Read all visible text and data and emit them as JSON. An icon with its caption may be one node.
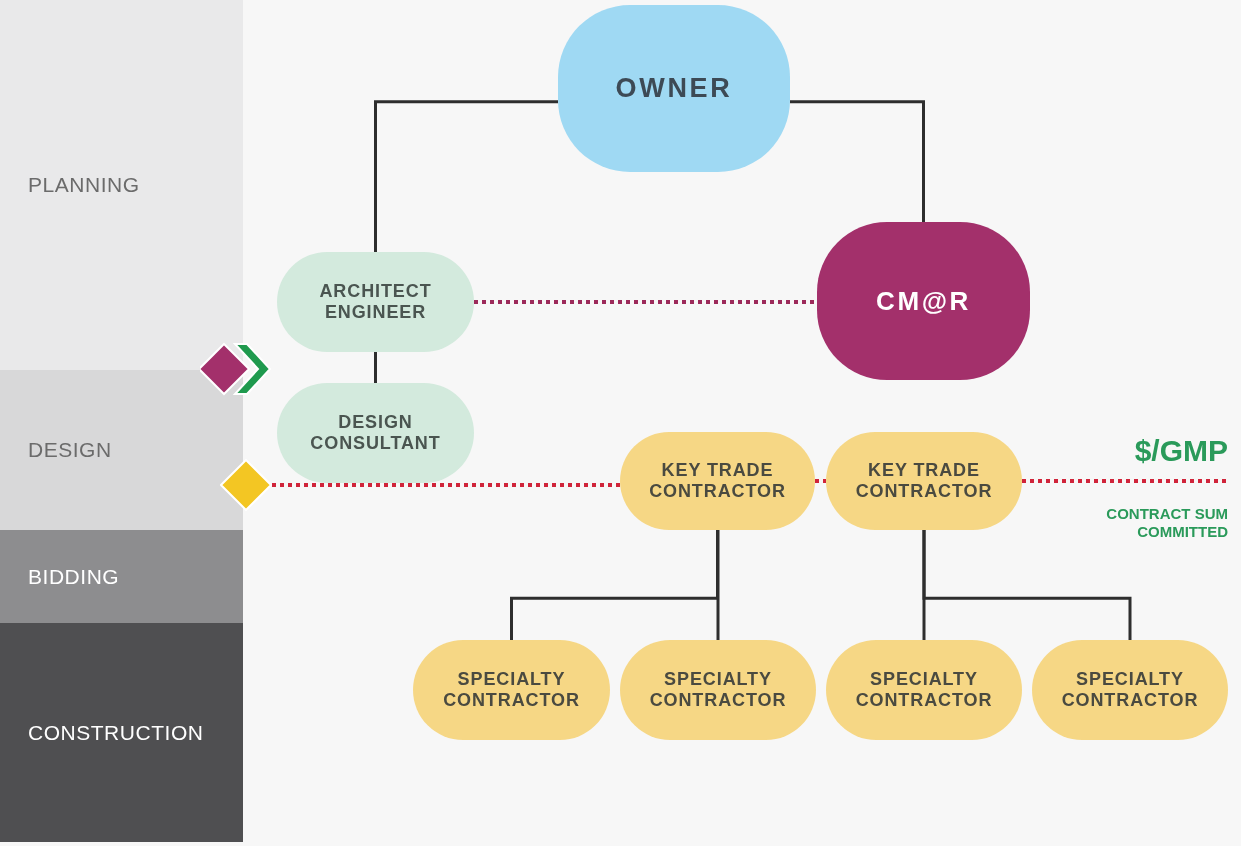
{
  "diagram": {
    "nodes": [
      {
        "text": [
          "PLANNING"
        ]
      },
      {
        "text": [
          "DESIGN"
        ]
      },
      {
        "text": [
          "BIDDING"
        ]
      },
      {
        "text": [
          "CONSTRUCTION"
        ]
      },
      {
        "text": [
          "OWNER"
        ]
      },
      {
        "text": [
          "ARCHITECT ENGINEER"
        ]
      },
      {
        "text": [
          "CM@R"
        ]
      },
      {
        "text": [
          "DESIGN CONSULTANT"
        ]
      },
      {
        "text": [
          "KEY TRADE CONTRACTOR"
        ]
      },
      {
        "text": [
          "KEY TRADE CONTRACTOR"
        ]
      },
      {
        "text": [
          "SPECIALTY CONTRACTOR"
        ]
      },
      {
        "text": [
          "SPECIALTY CONTRACTOR"
        ]
      },
      {
        "text": [
          "SPECIALTY CONTRACTOR"
        ]
      },
      {
        "text": [
          "SPECIALTY CONTRACTOR"
        ]
      },
      {
        "text": [],
        "shape": "diamond"
      }
    ],
    "edges": [
      {
        "from": 4,
        "to": 5,
        "arrow": "none"
      },
      {
        "from": 4,
        "to": 6,
        "arrow": "none"
      },
      {
        "from": 5,
        "to": 6,
        "arrow": "none",
        "style": "dashed",
        "color": "#9c2a5a"
      },
      {
        "from": 5,
        "to": 7,
        "arrow": "none"
      },
      {
        "from": 14,
        "to": 8,
        "arrow": "none",
        "style": "dashed",
        "color": "#d0243a"
      },
      {
        "from": 8,
        "to": 9,
        "arrow": "none",
        "style": "dashed",
        "color": "#d0243a"
      },
      {
        "from": 9,
        "to": null,
        "arrow": "none",
        "style": "dashed",
        "color": "#d0243a"
      },
      {
        "from": 8,
        "to": 10,
        "arrow": "none"
      },
      {
        "from": 8,
        "to": 11,
        "arrow": "none"
      },
      {
        "from": 9,
        "to": 12,
        "arrow": "none"
      },
      {
        "from": 9,
        "to": 13,
        "arrow": "none"
      }
    ],
    "labels": [
      "$/GMP",
      "CONTRACT SUM COMMITTED"
    ]
  }
}
